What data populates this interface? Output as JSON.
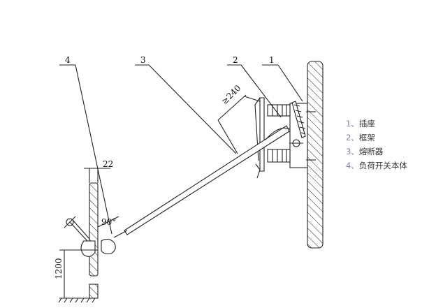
{
  "labels": {
    "part1": "1",
    "part2": "2",
    "part3": "3",
    "part4": "4",
    "dim_gap": "≥240",
    "dim_22": "22",
    "dim_angle": "90°",
    "dim_height": "1200"
  },
  "legend": [
    {
      "num": "1、",
      "text": "插座"
    },
    {
      "num": "2、",
      "text": "框架"
    },
    {
      "num": "3、",
      "text": "熔断器"
    },
    {
      "num": "4、",
      "text": "负荷开关本体"
    }
  ]
}
